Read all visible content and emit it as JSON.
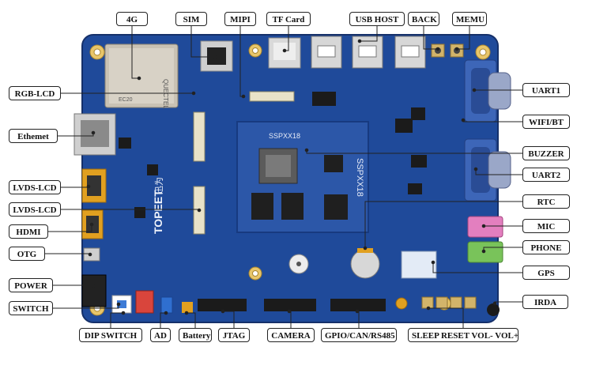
{
  "board": {
    "brand_text": "TOPEET",
    "brand_cn": "迅为",
    "som_label": "SSPXX18",
    "som_label_rot": "SSPXX18",
    "module_text": "QUECTEL",
    "module_model": "EC20",
    "colors": {
      "pcb": "#1f4a9a",
      "pcb_dark": "#173a80",
      "som": "#2c57a8",
      "silk": "#cfd8ee",
      "leader": "#222222"
    }
  },
  "labels": {
    "top": [
      {
        "name": "label-4g",
        "text": "4G"
      },
      {
        "name": "label-sim",
        "text": "SIM"
      },
      {
        "name": "label-mipi",
        "text": "MIPI"
      },
      {
        "name": "label-tf-card",
        "text": "TF Card"
      },
      {
        "name": "label-usb-host",
        "text": "USB HOST"
      },
      {
        "name": "label-back",
        "text": "BACK"
      },
      {
        "name": "label-memu",
        "text": "MEMU"
      }
    ],
    "left": [
      {
        "name": "label-rgb-lcd",
        "text": "RGB-LCD"
      },
      {
        "name": "label-ethemet",
        "text": "Ethemet"
      },
      {
        "name": "label-lvds-lcd-1",
        "text": "LVDS-LCD"
      },
      {
        "name": "label-lvds-lcd-2",
        "text": "LVDS-LCD"
      },
      {
        "name": "label-hdmi",
        "text": "HDMI"
      },
      {
        "name": "label-otg",
        "text": "OTG"
      },
      {
        "name": "label-power",
        "text": "POWER"
      },
      {
        "name": "label-switch",
        "text": "SWITCH"
      }
    ],
    "right": [
      {
        "name": "label-uart1",
        "text": "UART1"
      },
      {
        "name": "label-wifi-bt",
        "text": "WIFI/BT"
      },
      {
        "name": "label-buzzer",
        "text": "BUZZER"
      },
      {
        "name": "label-uart2",
        "text": "UART2"
      },
      {
        "name": "label-rtc",
        "text": "RTC"
      },
      {
        "name": "label-mic",
        "text": "MIC"
      },
      {
        "name": "label-phone",
        "text": "PHONE"
      },
      {
        "name": "label-gps",
        "text": "GPS"
      },
      {
        "name": "label-irda",
        "text": "IRDA"
      }
    ],
    "bottom": [
      {
        "name": "label-dip-switch",
        "text": "DIP SWITCH"
      },
      {
        "name": "label-ad",
        "text": "AD"
      },
      {
        "name": "label-battery",
        "text": "Battery"
      },
      {
        "name": "label-jtag",
        "text": "JTAG"
      },
      {
        "name": "label-camera",
        "text": "CAMERA"
      },
      {
        "name": "label-gpio",
        "text": "GPIO/CAN/RS485"
      },
      {
        "name": "label-buttons",
        "text": "SLEEP RESET VOL- VOL+"
      }
    ]
  }
}
